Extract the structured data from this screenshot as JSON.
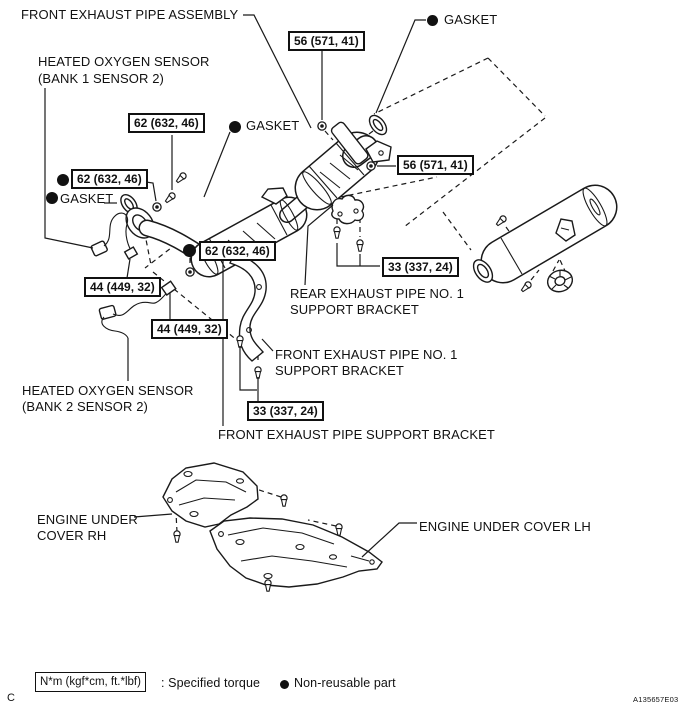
{
  "labels": {
    "front_exhaust_pipe_assembly": "FRONT EXHAUST PIPE ASSEMBLY",
    "heated_o2_bank1_line1": "HEATED OXYGEN SENSOR",
    "heated_o2_bank1_line2": "(BANK 1 SENSOR 2)",
    "heated_o2_bank2_line1": "HEATED OXYGEN SENSOR",
    "heated_o2_bank2_line2": "(BANK 2 SENSOR 2)",
    "gasket": "GASKET",
    "rear_support_bracket_line1": "REAR EXHAUST PIPE NO. 1",
    "rear_support_bracket_line2": "SUPPORT BRACKET",
    "front_no1_bracket_line1": "FRONT EXHAUST PIPE NO. 1",
    "front_no1_bracket_line2": "SUPPORT BRACKET",
    "front_support_bracket": "FRONT EXHAUST PIPE SUPPORT BRACKET",
    "engine_under_cover_rh_line1": "ENGINE UNDER",
    "engine_under_cover_rh_line2": "COVER RH",
    "engine_under_cover_lh": "ENGINE UNDER COVER LH"
  },
  "torques": {
    "t56": "56 (571, 41)",
    "t62": "62 (632, 46)",
    "t44": "44 (449, 32)",
    "t33": "33 (337, 24)"
  },
  "legend": {
    "torque_unit": "N*m (kgf*cm, ft.*lbf)",
    "torque_desc": ": Specified torque",
    "non_reusable": "Non-reusable part"
  },
  "footer": {
    "corner_mark": "C",
    "drawing_code": "A135657E03"
  },
  "colors": {
    "line": "#1a1a1a",
    "background": "#ffffff"
  }
}
